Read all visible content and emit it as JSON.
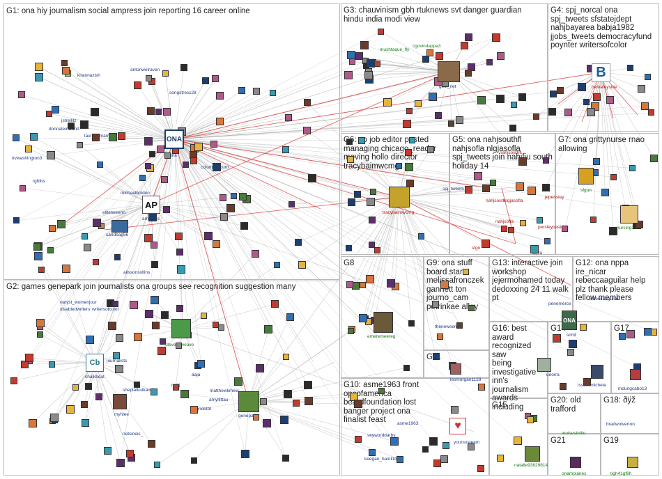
{
  "graph": {
    "groups": [
      {
        "id": "G1",
        "title": "G1: ona hiy journalism social ampress join reporting 16 career online"
      },
      {
        "id": "G2",
        "title": "G2: games genepark join journalists ona groups see recognition suggestion many"
      },
      {
        "id": "G3",
        "title": "G3: chauvinism gbh rtuknews svt danger guardian\nhindu india modi view"
      },
      {
        "id": "G4",
        "title": "G4: spj_norcal ona\nspj_tweets sfstatejdept\nnahjbayarea babja1982\njjobs_tweets democracyfund\npoynter writersofcolor"
      },
      {
        "id": "G5",
        "title": "G5: ona nahjsouthfl\nnahjsofla nlgjasofla\nspj_tweets join nahjfiu south\nholiday 14"
      },
      {
        "id": "G6",
        "title": "G6: co job editor posted\nmanaging chicago_reader\nmoving hollo director\ntracybaimwcmg"
      },
      {
        "id": "G7",
        "title": "G7: ona grittynurse rnao\nallowing"
      },
      {
        "id": "G8",
        "title": "G8"
      },
      {
        "id": "G9",
        "title": "G9: ona stuff\nboard start\nmelissafronczek\ngannett ton\njourno_cam\npetrinkae alley"
      },
      {
        "id": "G10",
        "title": "G10: asme1963 front\nopcofamerica\nbeardfoundation lost\nbanger project ona\nfinalist feast"
      },
      {
        "id": "G11",
        "title": "G11"
      },
      {
        "id": "G12",
        "title": "G12: ona nppa\nire_nicar\nrebeccaaguilar help\nplz thank please\nfellow members"
      },
      {
        "id": "G13",
        "title": "G13: interactive join\nworkshop\njejermohamed today\ndedoxxing 24 11 walk\npt"
      },
      {
        "id": "G14",
        "title": "G14"
      },
      {
        "id": "G15",
        "title": "G15"
      },
      {
        "id": "G16",
        "title": "G16: best\naward\nrecognized saw\nbeing\ninvestigative\ninn's journalism\nawards\nincluding"
      },
      {
        "id": "G17",
        "title": "G17"
      },
      {
        "id": "G18",
        "title": "G18: ðÿž"
      },
      {
        "id": "G19",
        "title": "G19"
      },
      {
        "id": "G20",
        "title": "G20: old\ntrafford"
      },
      {
        "id": "G21",
        "title": "G21"
      }
    ],
    "node_labels": [
      "kirannazish",
      "antonwelraven",
      "songstress28",
      "jstrellitz",
      "donnaleinwand",
      "laureenmarro",
      "lrvwashington3",
      "rglbbs",
      "ona",
      "columbiajourn",
      "michaelbolden",
      "elitetweenn",
      "ampress",
      "sandbag56",
      "alissonsollins",
      "mushtaque_fly",
      "cgovindappa3",
      "gesl_net",
      "berkeleyside",
      "spj_tweets",
      "nahjsouth",
      "nlgjasofla",
      "jepensley",
      "nahjsofla",
      "persleypastries",
      "sfgn",
      "spjfla",
      "tracybaimwcmg",
      "sfgun",
      "nursing365",
      "nahjsouthfl",
      "nahjst_womenjour",
      "disabledwriters",
      "writersofcolor",
      "steves_weave",
      "chalkbeat",
      "journalists",
      "sheplatkulkarni",
      "nahj",
      "aaja",
      "matthewlehew",
      "jondotbt",
      "amyllittau",
      "genepark",
      "myhlee",
      "netsineis_",
      "emeremeereg",
      "thenewsen",
      "lesmorgan1128",
      "seyworddarby",
      "asme1963",
      "keegan_hamilton",
      "yoursosteam",
      "natalle93829814",
      "ueorra",
      "issuesmichele",
      "rebeccaaguilar",
      "penemerce",
      "scmf",
      "mdungcabo13",
      "bradwolverton",
      "moisesttrillo",
      "onamolanes",
      "tigh41gf8h"
    ],
    "hub_icons": [
      {
        "id": "ona",
        "text": "ONA"
      },
      {
        "id": "ampress",
        "text": "AP"
      },
      {
        "id": "berkeleyside",
        "text": "B"
      },
      {
        "id": "chalkbeat",
        "text": "Cb"
      },
      {
        "id": "ona-g14",
        "text": "ONA"
      }
    ],
    "colors": {
      "edge_gray": "#9a9a9a",
      "edge_red": "#e04040",
      "box_border": "#b9b9b9",
      "label_blue": "#1f3a8a",
      "label_red": "#b01818",
      "label_green": "#1a7a1a",
      "berkeleyside_blue": "#1b5e8c"
    }
  }
}
